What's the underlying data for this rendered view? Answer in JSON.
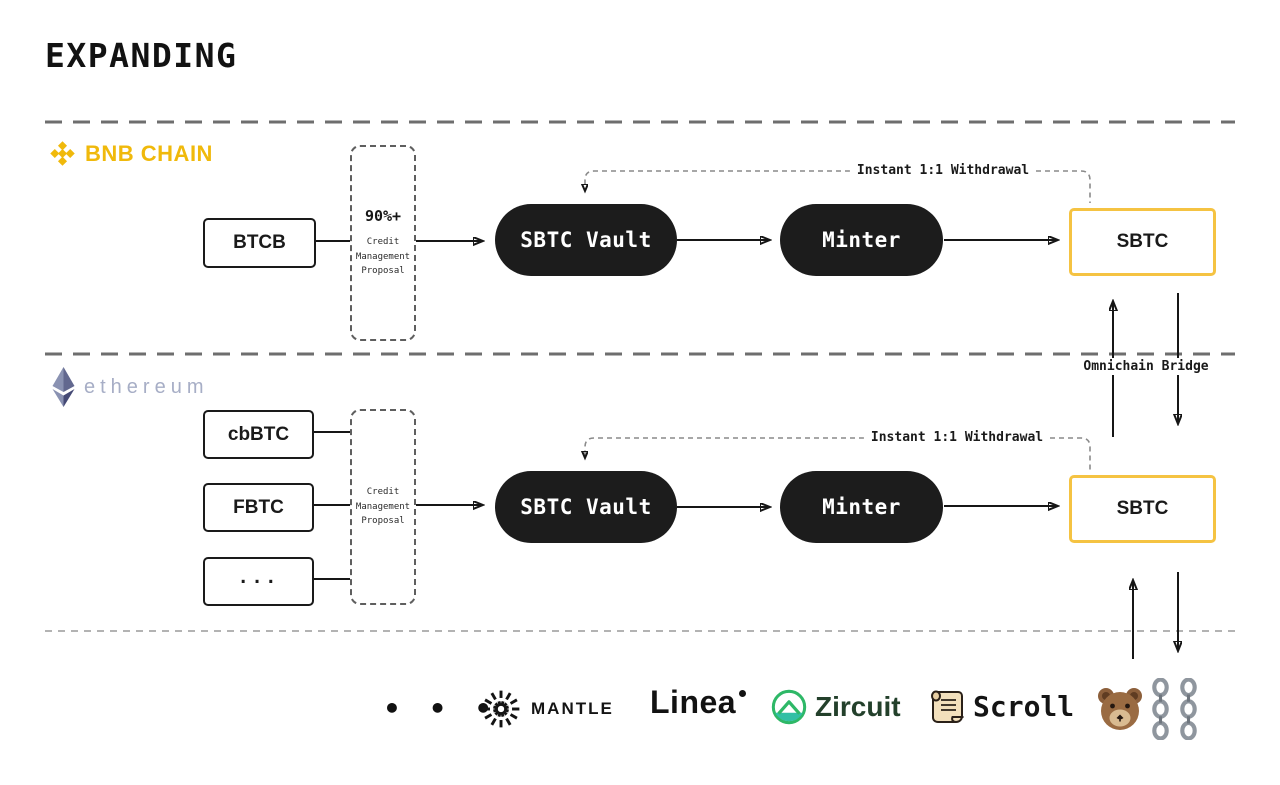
{
  "title": "EXPANDING",
  "bnb": {
    "chain_label": "BNB CHAIN",
    "source_token": "BTCB",
    "proposal_headline": "90%+",
    "proposal_text": "Credit Management Proposal",
    "vault": "SBTC Vault",
    "minter": "Minter",
    "token": "SBTC",
    "withdrawal": "Instant 1:1 Withdrawal"
  },
  "eth": {
    "chain_label": "ethereum",
    "token0": "cbBTC",
    "token1": "FBTC",
    "token2": "...",
    "proposal_text": "Credit Management Proposal",
    "vault": "SBTC Vault",
    "minter": "Minter",
    "token": "SBTC",
    "withdrawal": "Instant 1:1 Withdrawal"
  },
  "bridge": {
    "label": "Omnichain Bridge"
  },
  "footer": {
    "ellipsis": "• • •",
    "mantle": "MANTLE",
    "linea": "Linea",
    "zircuit": "Zircuit",
    "scroll": "Scroll",
    "berachain_icons": [
      "bear-emoji",
      "chain-emoji",
      "chain-emoji"
    ]
  },
  "colors": {
    "bnb_yellow": "#F0B90B",
    "sbtc_border_yellow": "#F5C342",
    "node_dark": "#1C1C1C",
    "eth_logo_gray": "#A7AEC6",
    "zircuit_green": "#2EB867",
    "zircuit_teal": "#31BFA5",
    "separator_gray": "#6E6E6E",
    "dashed_wire_gray": "#8A8A8A"
  }
}
